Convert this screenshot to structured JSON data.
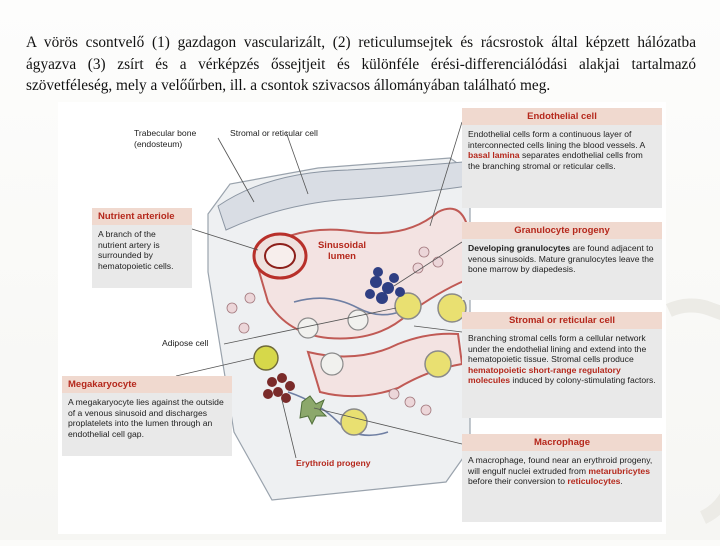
{
  "caption": "A vörös csontvelő (1) gazdagon vascularizált, (2) reticulumsejtek és rácsrostok által képzett hálózatba ágyazva (3) zsírt és a vérképzés őssejtjeit és különféle érési-differenciálódási alakjai tartalmazó szövetféleség, mely a velőűrben, ill. a csontok szivacsos állományában található meg.",
  "figure": {
    "labels": {
      "trabecular": "Trabecular bone (endosteum)",
      "stromal": "Stromal or reticular cell",
      "sinusoidal": "Sinusoidal lumen",
      "adipose": "Adipose cell",
      "erythroid": "Erythroid progeny"
    },
    "boxes": {
      "nutrient": {
        "title": "Nutrient arteriole",
        "body": "A branch of the nutrient artery is surrounded by hematopoietic cells."
      },
      "megakaryocyte": {
        "title": "Megakaryocyte",
        "body": "A megakaryocyte lies against the outside of a venous sinusoid and discharges proplatelets into the lumen through an endothelial cell gap."
      },
      "endothelial": {
        "title": "Endothelial cell",
        "body_a": "Endothelial cells form a continuous layer of interconnected cells lining the blood vessels. A ",
        "body_b": "basal lamina",
        "body_c": " separates endothelial cells from the branching stromal or reticular cells."
      },
      "granulocyte": {
        "title": "Granulocyte progeny",
        "body_a": "Developing granulocytes",
        "body_b": " are found adjacent to venous sinusoids. Mature granulocytes leave the bone marrow by diapedesis."
      },
      "stromal": {
        "title": "Stromal or reticular cell",
        "body_a": "Branching stromal cells form a cellular network under the endothelial lining and extend into the hematopoietic tissue. Stromal cells produce ",
        "body_b": "hematopoietic short-range regulatory molecules",
        "body_c": " induced by colony-stimulating factors."
      },
      "macrophage": {
        "title": "Macrophage",
        "body_a": "A macrophage, found near an erythroid progeny, will engulf nuclei extruded from ",
        "body_b": "metarubricytes",
        "body_c": " before their conversion to ",
        "body_d": "reticulocytes",
        "body_e": "."
      }
    }
  },
  "colors": {
    "accent_red": "#b5281c",
    "box_bg": "#e9e9e9",
    "box_head_bg": "#f0d9cf"
  }
}
